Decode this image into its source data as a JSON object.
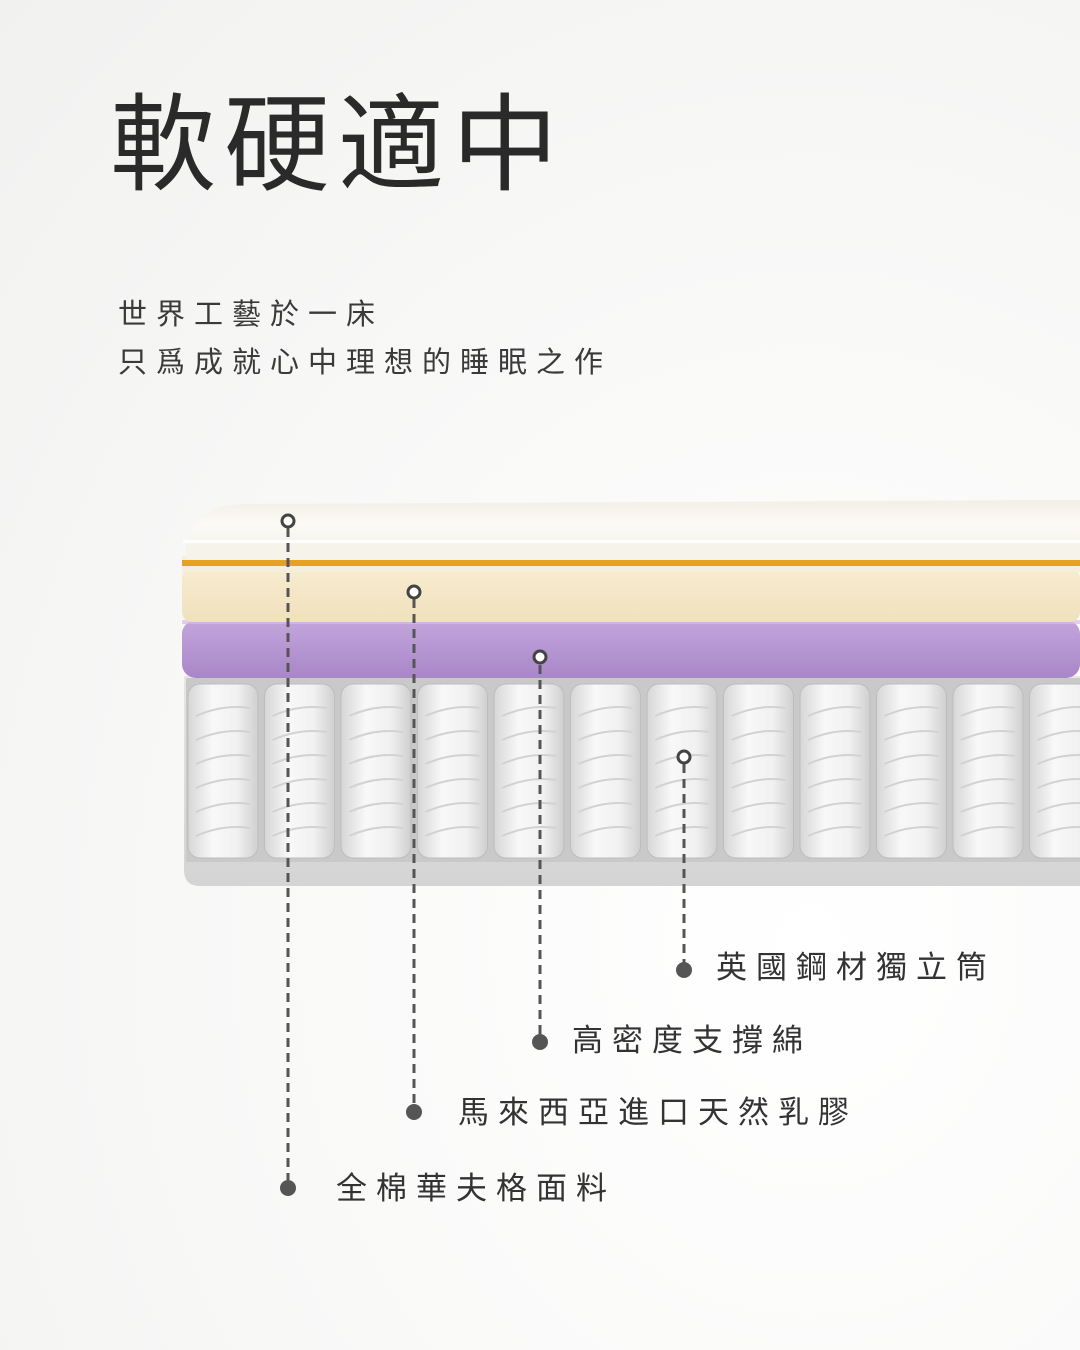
{
  "header": {
    "title": "軟硬適中",
    "subtitle_lines": [
      "世界工藝於一床",
      "只爲成就心中理想的睡眠之作"
    ]
  },
  "layers": [
    {
      "name": "全棉華夫格面料",
      "icon": "cotton-waffle-fabric-layer",
      "color": "#f7f4ea"
    },
    {
      "name": "馬來西亞進口天然乳膠",
      "icon": "natural-latex-layer",
      "color": "#f4e7c7"
    },
    {
      "name": "高密度支撐綿",
      "icon": "high-density-foam-layer",
      "color": "#b99bd3"
    },
    {
      "name": "英國鋼材獨立筒",
      "icon": "pocket-spring-layer",
      "color": "#ebebeb"
    }
  ],
  "colors": {
    "accent_stripe": "#e3a21f",
    "leader_line": "#555555",
    "text": "#333333"
  }
}
